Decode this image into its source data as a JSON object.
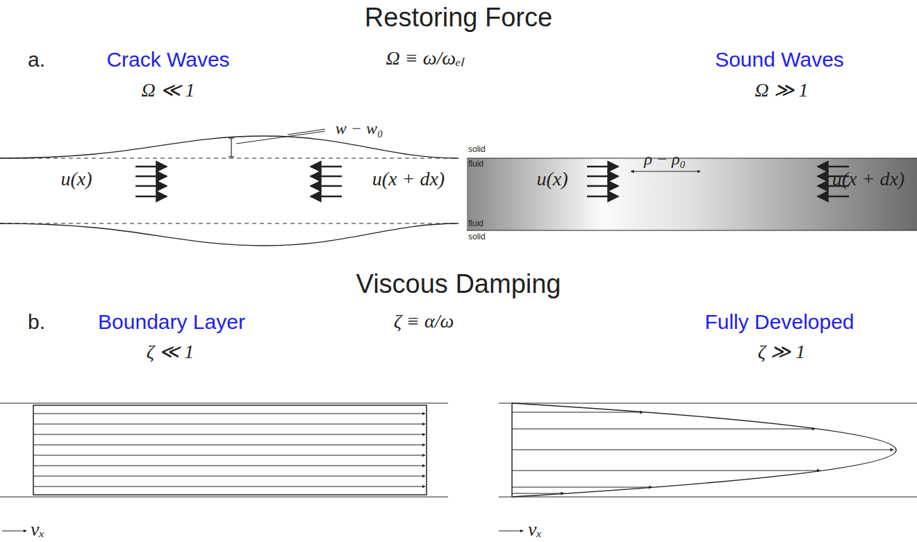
{
  "diagram": {
    "labels": [
      "Restoring Force",
      "a.",
      "Crack Waves",
      "Ω ≡ ω/ωₑₗ",
      "Sound Waves",
      "Ω ≪ 1",
      "Ω ≫ 1",
      "w − w₀",
      "u(x)",
      "u(x + dx)",
      "solid",
      "fluid",
      "fluid",
      "solid",
      "u(x)",
      "ρ − ρ₀",
      "u(x + dx)",
      "Viscous Damping",
      "b.",
      "Boundary Layer",
      "ζ ≡ α/ω",
      "Fully Developed",
      "ζ ≪ 1",
      "ζ ≫ 1",
      "vₓ",
      "vₓ"
    ]
  }
}
